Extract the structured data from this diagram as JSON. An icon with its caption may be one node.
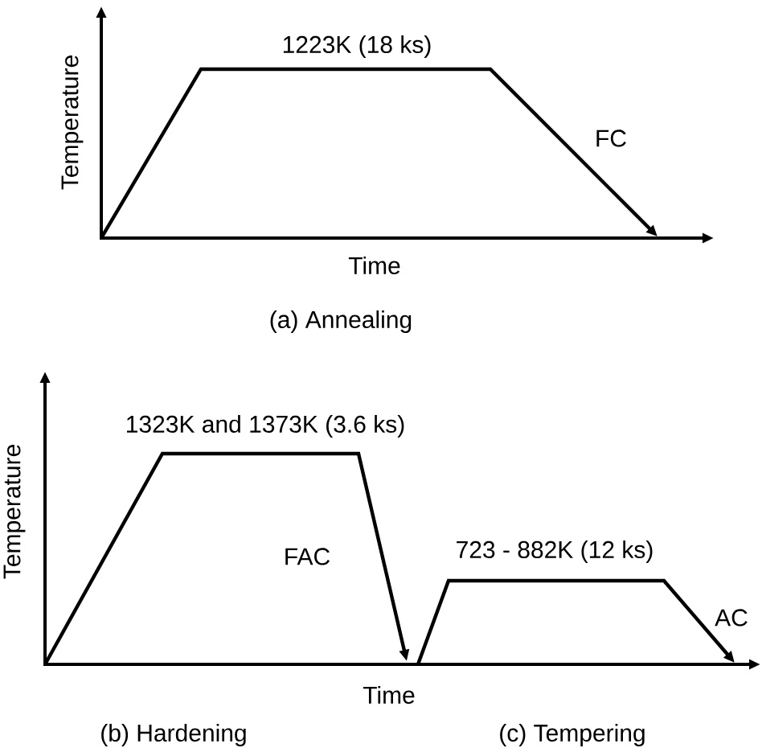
{
  "diagram": {
    "labels": [
      "Temperature",
      "1223K (18 ks)",
      "FC",
      "Time",
      "(a) Annealing",
      "Temperature",
      "1323K and 1373K (3.6 ks)",
      "FAC",
      "723 - 882K (12 ks)",
      "AC",
      "Time",
      "(b) Hardening",
      "(c) Tempering"
    ]
  }
}
